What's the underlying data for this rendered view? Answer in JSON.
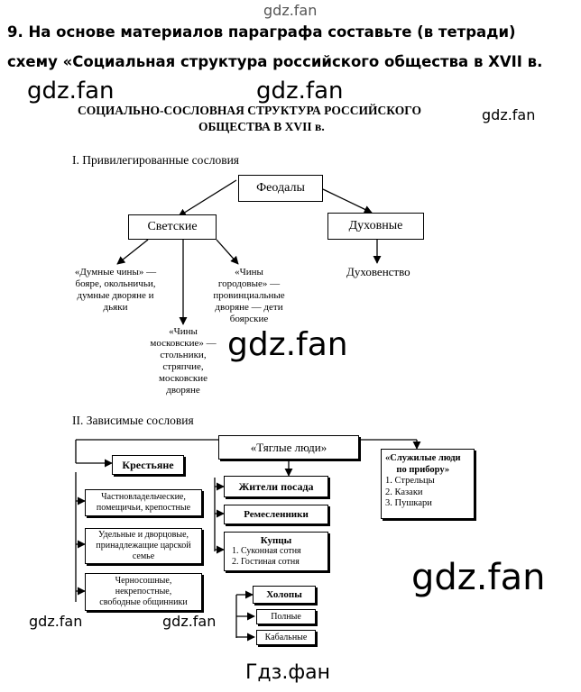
{
  "watermarks": {
    "top": "gdz.fan",
    "left": "gdz.fan",
    "center_top": "gdz.fan",
    "right_top": "gdz.fan",
    "middle": "gdz.fan",
    "right_big": "gdz.fan",
    "bottom_left": "gdz.fan",
    "bottom_center": "gdz.fan",
    "footer": "Гдз.фан"
  },
  "task": {
    "line1": "9. На основе материалов параграфа составьте (в тетради)",
    "line2": "схему «Социальная структура российского общества в XVII в."
  },
  "diagram": {
    "title_line1": "СОЦИАЛЬНО-СОСЛОВНАЯ СТРУКТУРА РОССИЙСКОГО",
    "title_line2": "ОБЩЕСТВА В XVII в.",
    "section1": "I. Привилегированные сословия",
    "feodaly": "Феодалы",
    "svetskie": "Светские",
    "duhovnye": "Духовные",
    "duhovenstvo": "Духовенство",
    "dumnye": [
      "«Думные чины» —",
      "бояре, окольничьи,",
      "думные дворяне и",
      "дьяки"
    ],
    "gorodovye": [
      "«Чины",
      "городовые» —",
      "провинциальные",
      "дворяне — дети",
      "боярские"
    ],
    "moskovskie": [
      "«Чины",
      "московские» —",
      "стольники,",
      "стряпчие,",
      "московские",
      "дворяне"
    ],
    "section2": "II. Зависимые сословия",
    "tyaglye": "«Тяглые люди»",
    "sluzhilye_title": [
      "«Служилые люди",
      "по прибору»"
    ],
    "sluzhilye_items": [
      "1. Стрельцы",
      "2. Казаки",
      "3. Пушкари"
    ],
    "krestyane": "Крестьяне",
    "chastnovladelcheskie": [
      "Частновладельческие,",
      "помещичьи, крепостные"
    ],
    "udelnye": [
      "Удельные и дворцовые,",
      "принадлежащие царской",
      "семье"
    ],
    "chernososhnye": [
      "Черносошные,",
      "некрепостные,",
      "свободные общинники"
    ],
    "zhiteli": "Жители посада",
    "remeslenniki": "Ремесленники",
    "kupcy_title": "Купцы",
    "kupcy_items": [
      "1. Суконная сотня",
      "2. Гостиная сотня"
    ],
    "holopy": "Холопы",
    "polnye": "Полные",
    "kabalnye": "Кабальные"
  }
}
